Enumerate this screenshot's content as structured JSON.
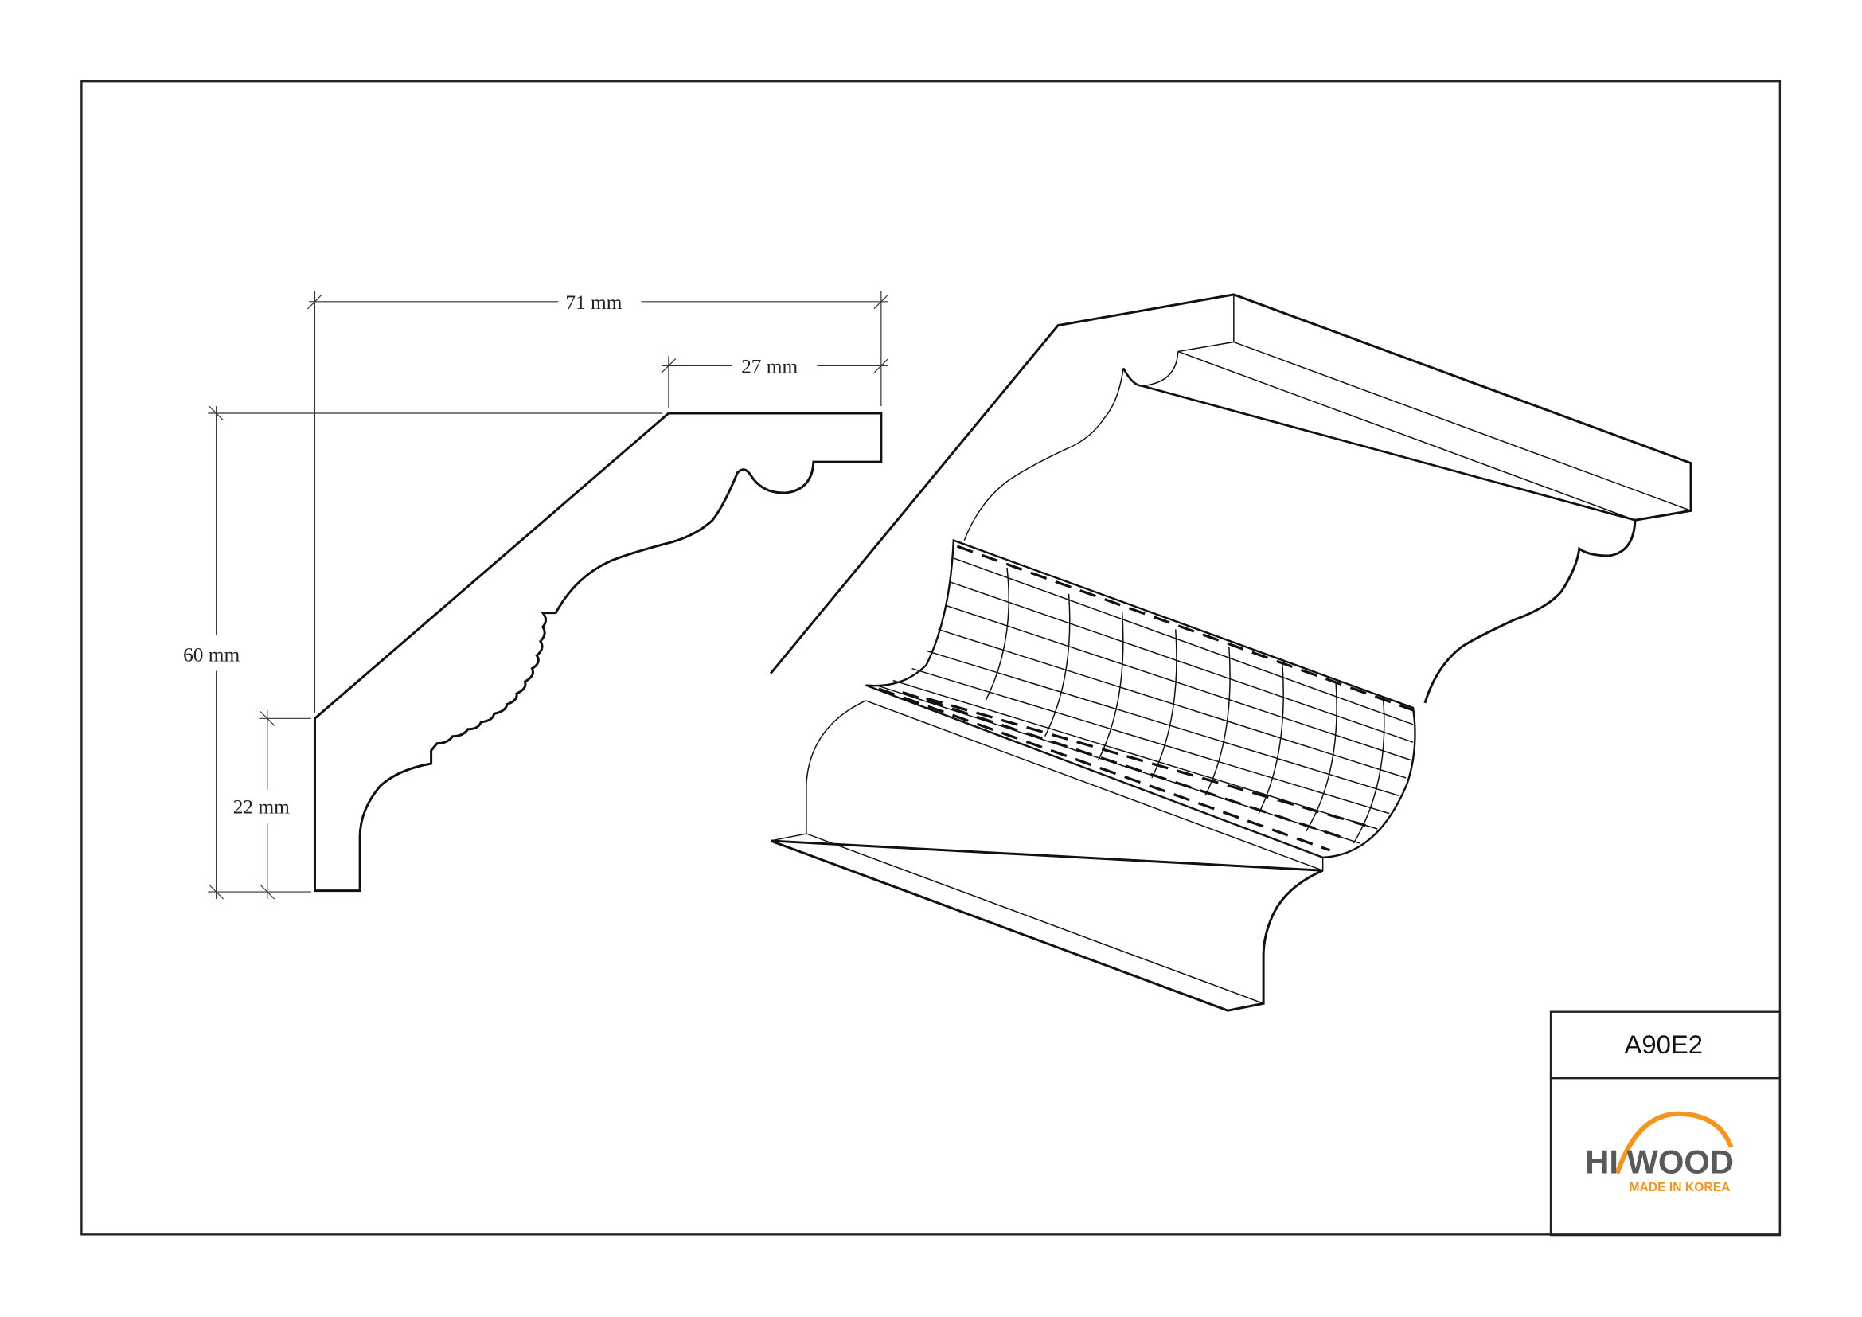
{
  "drawing": {
    "dimensions": {
      "width_total": "71 mm",
      "width_top": "27 mm",
      "height_total": "60 mm",
      "height_bottom": "22 mm"
    },
    "title_block": {
      "product_code": "A90E2",
      "brand": {
        "part1": "HI",
        "part2": "WOOD",
        "tagline": "MADE IN KOREA"
      }
    },
    "colors": {
      "line": "#111111",
      "brand_gray": "#58595b",
      "brand_orange": "#f7941d"
    }
  }
}
